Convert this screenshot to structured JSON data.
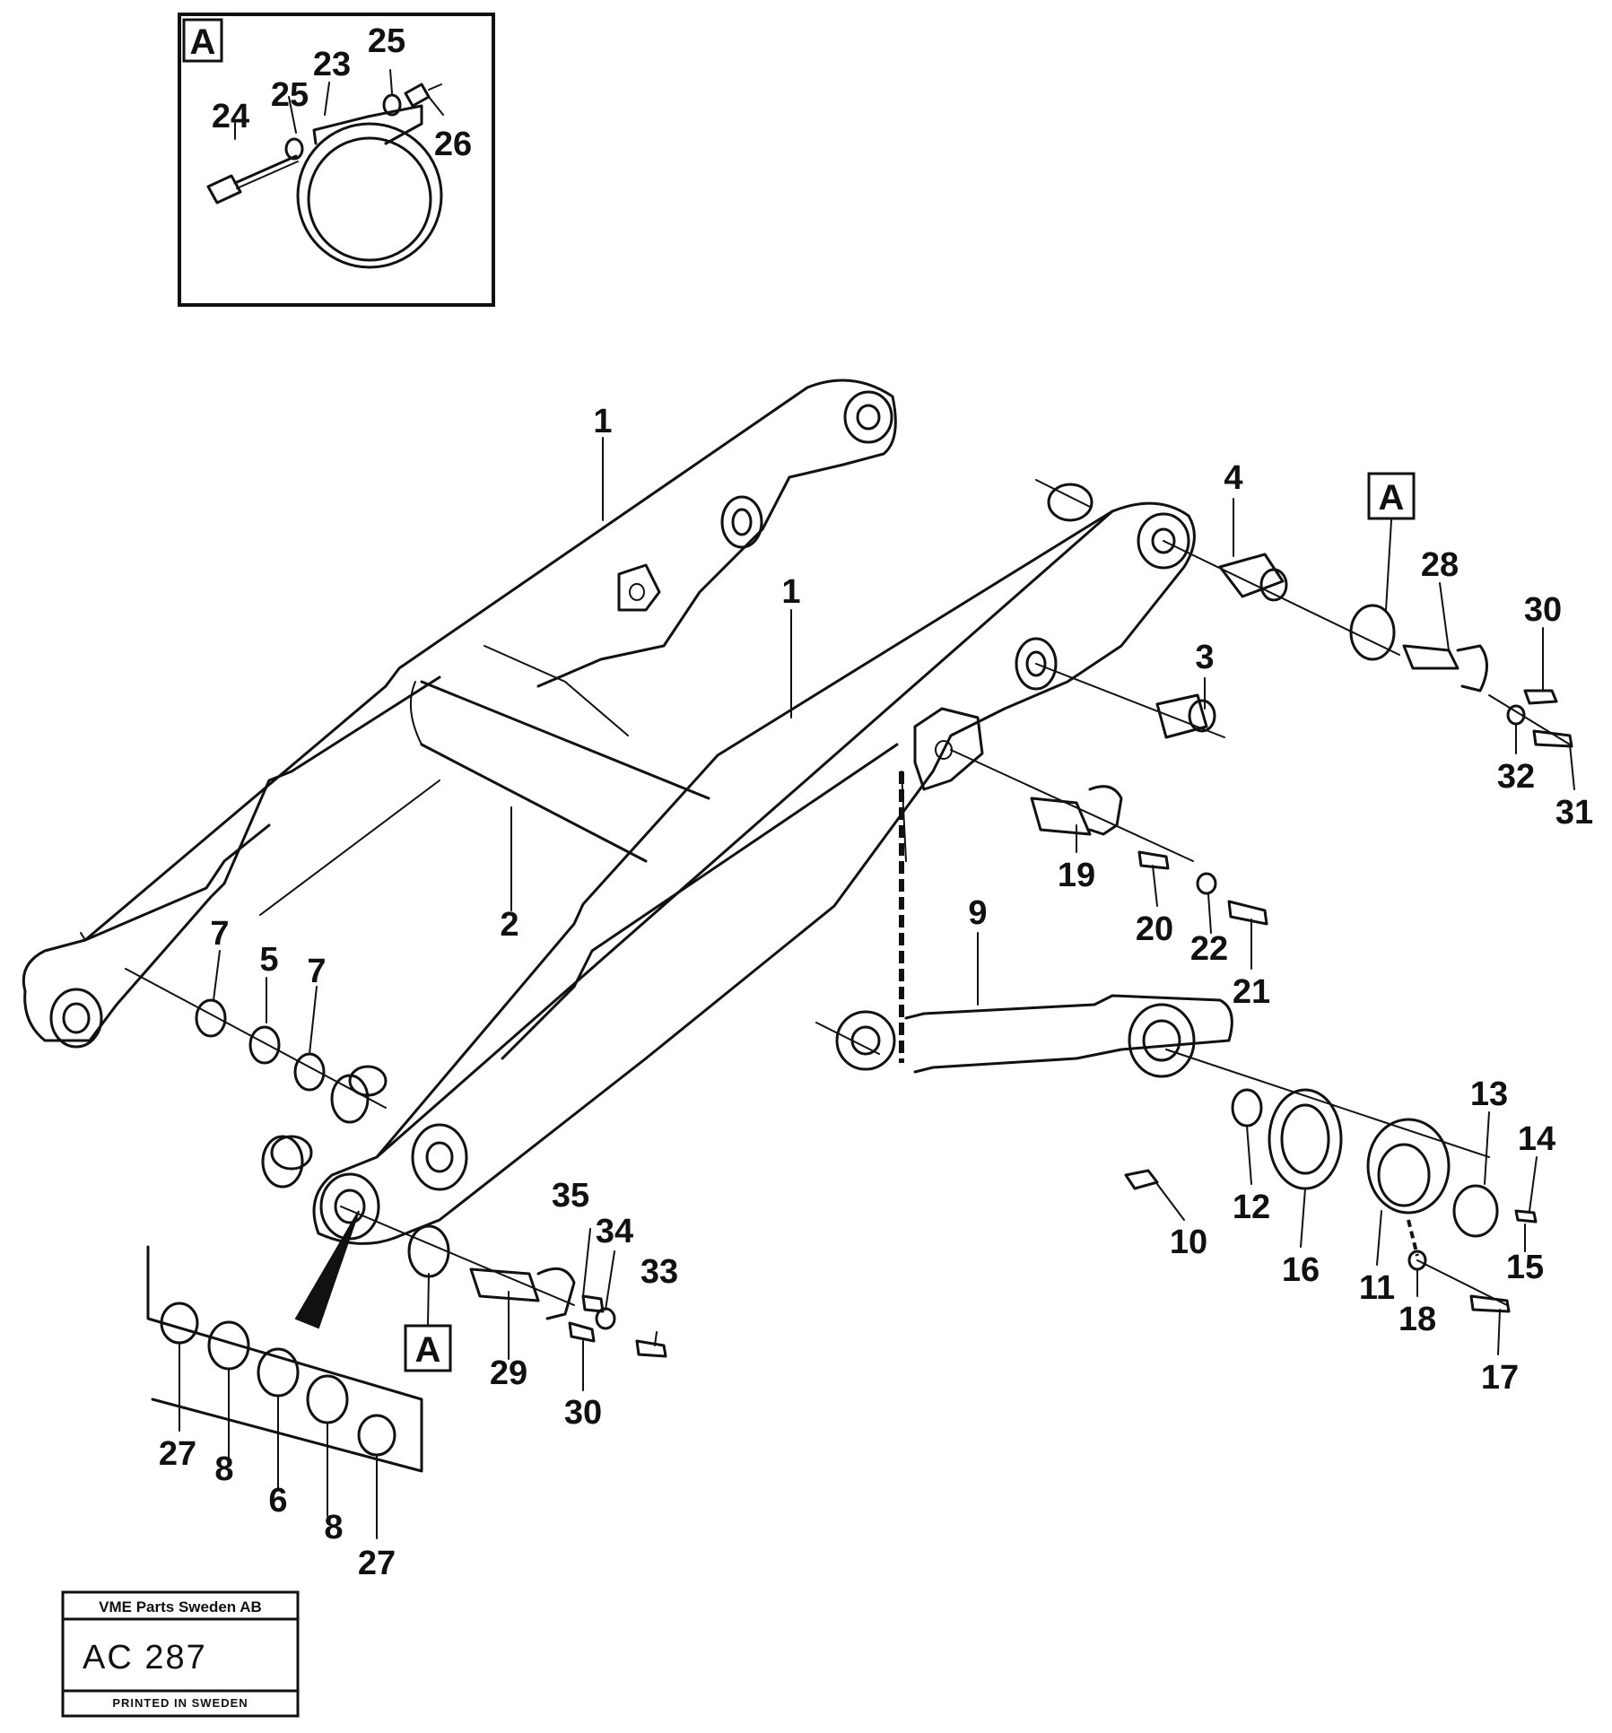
{
  "detail_view": {
    "label": "A",
    "callouts": [
      "23",
      "25",
      "25",
      "24",
      "26"
    ]
  },
  "reference_markers": [
    "A",
    "A"
  ],
  "callouts": {
    "c1a": "1",
    "c1b": "1",
    "c2": "2",
    "c3": "3",
    "c4": "4",
    "c5": "5",
    "c6": "6",
    "c7a": "7",
    "c7b": "7",
    "c8a": "8",
    "c8b": "8",
    "c9": "9",
    "c10": "10",
    "c11": "11",
    "c12": "12",
    "c13": "13",
    "c14": "14",
    "c15": "15",
    "c16": "16",
    "c17": "17",
    "c18": "18",
    "c19": "19",
    "c20": "20",
    "c21": "21",
    "c22": "22",
    "c27a": "27",
    "c27b": "27",
    "c28": "28",
    "c29": "29",
    "c30a": "30",
    "c30b": "30",
    "c31": "31",
    "c32": "32",
    "c33": "33",
    "c34": "34",
    "c35": "35"
  },
  "title_block": {
    "company": "VME Parts Sweden AB",
    "drawing_number": "AC 287",
    "printed": "PRINTED IN SWEDEN"
  }
}
